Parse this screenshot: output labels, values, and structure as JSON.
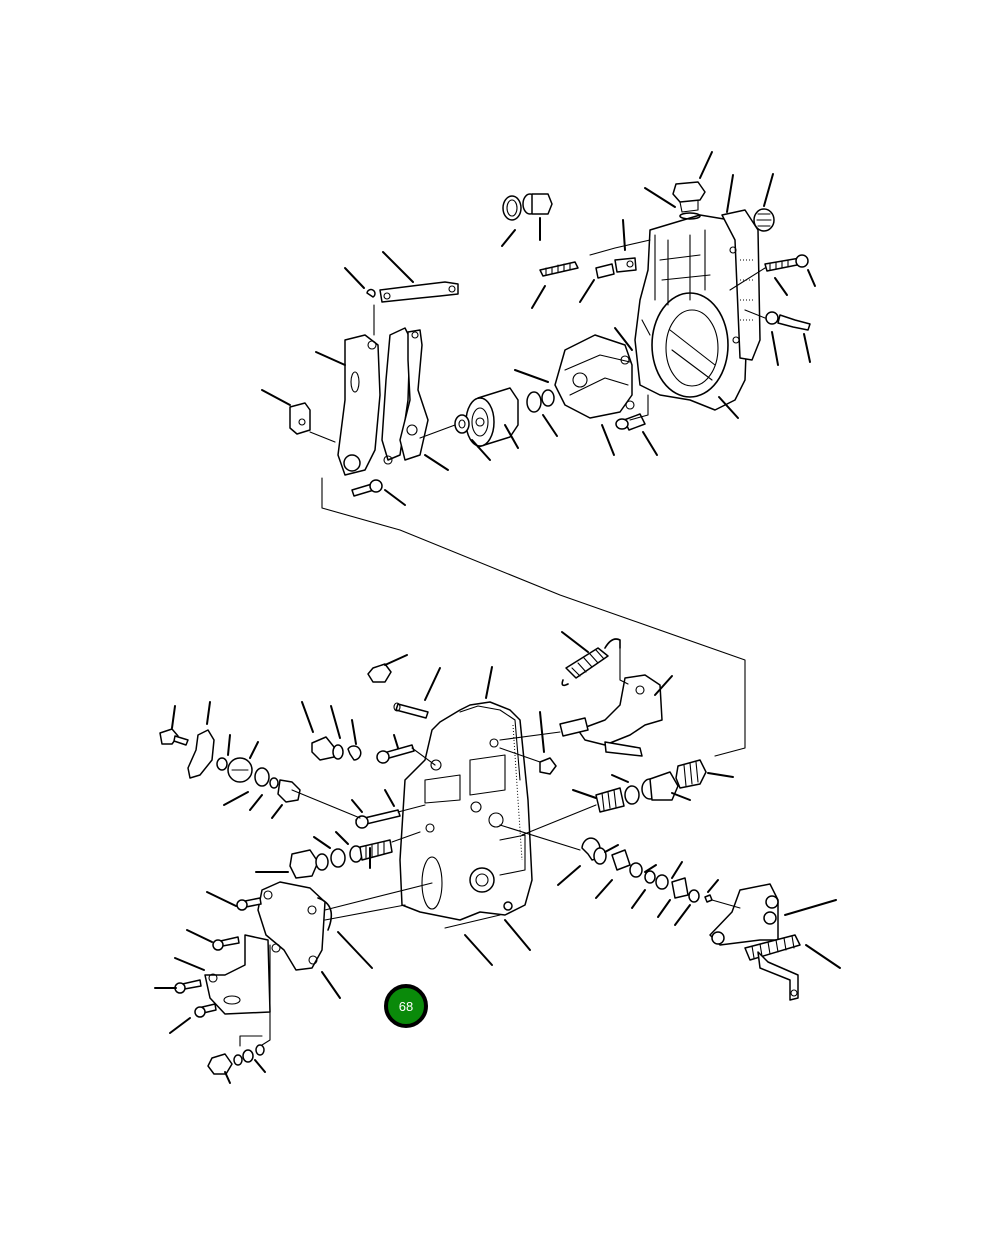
{
  "figure": {
    "type": "exploded-parts-diagram",
    "subject": "fuel injection pump governor assembly",
    "callout": {
      "label": "68",
      "fill_color": "#0a8a0a",
      "border_color": "#000000",
      "text_color": "#ffffff"
    },
    "colors": {
      "background": "#ffffff",
      "line": "#000000"
    }
  }
}
